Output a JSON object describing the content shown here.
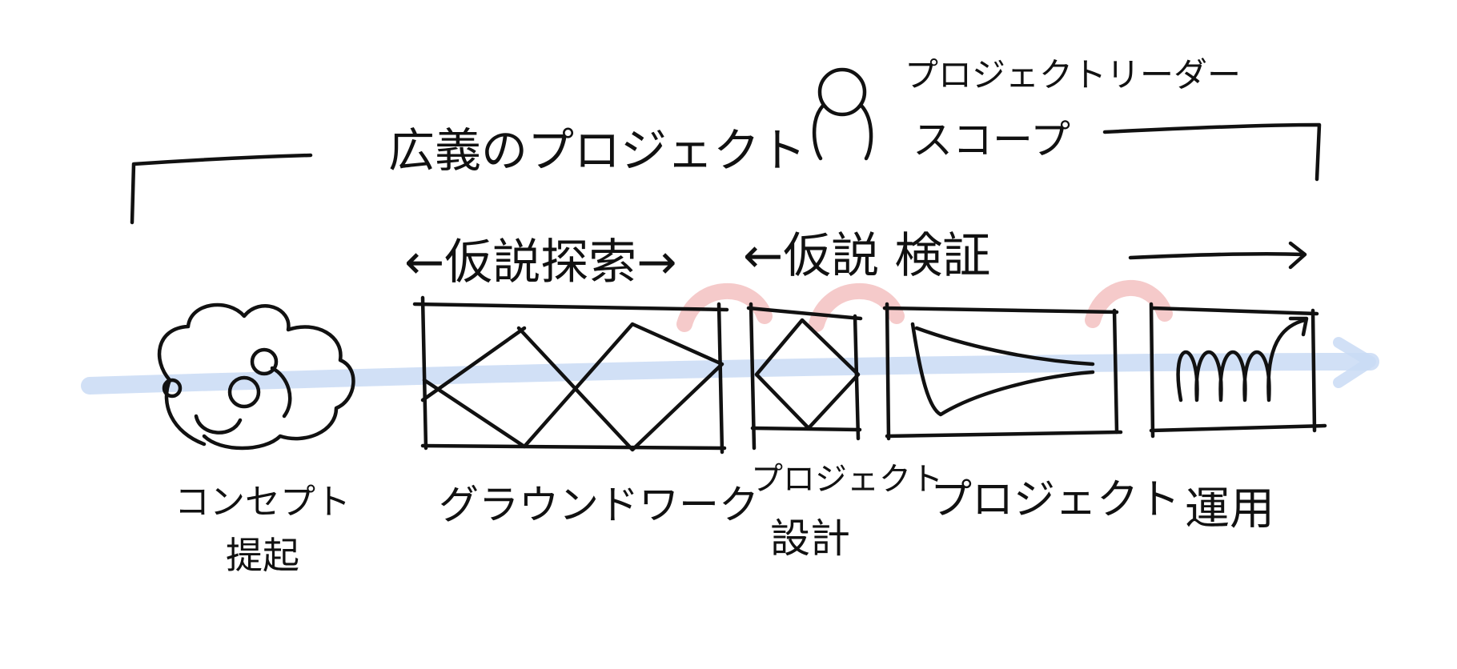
{
  "header": {
    "title": "広義のプロジェクト",
    "leader_label_line1": "プロジェクトリーダー",
    "leader_label_line2": "スコープ"
  },
  "phase_arrows": {
    "hypothesis_search": "←仮説探索→",
    "hypothesis_verify": "←仮説 検証"
  },
  "stages": [
    {
      "line1": "コンセプト",
      "line2": "提起"
    },
    {
      "line1": "グラウンドワーク",
      "line2": ""
    },
    {
      "line1": "プロジェクト",
      "line2": "設計"
    },
    {
      "line1": "プロジェクト",
      "line2": ""
    },
    {
      "line1": "運用",
      "line2": ""
    }
  ],
  "colors": {
    "ink": "#111111",
    "flow_arrow": "#c9daf5",
    "transition_arc": "#f4c4c4"
  },
  "icons": [
    "person-icon",
    "cloud-icon"
  ]
}
